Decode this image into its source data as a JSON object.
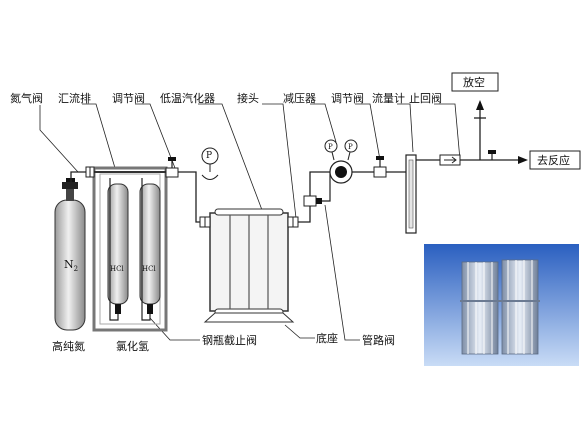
{
  "labels": {
    "nitrogen_valve": "氮气阀",
    "manifold": "汇流排",
    "regulating_valve_1": "调节阀",
    "vaporizer": "低温汽化器",
    "joint": "接头",
    "pressure_reducer": "减压器",
    "regulating_valve_2": "调节阀",
    "flowmeter": "流量计",
    "check_valve": "止回阀",
    "vent": "放空",
    "to_reaction": "去反应",
    "high_purity_nitrogen": "高纯氮",
    "hydrogen_chloride": "氯化氢",
    "cylinder_shutoff_valve": "钢瓶截止阀",
    "base": "底座",
    "pipeline_valve": "管路阀",
    "n2_cylinder_text": "N",
    "n2_subscript": "2",
    "hcl_text_1": "HCl",
    "hcl_text_2": "HCl",
    "gauge_p_1": "P",
    "gauge_p_2": "P",
    "gauge_p_3": "P"
  },
  "colors": {
    "pipe": "#222222",
    "cylinder_fill": "#d9d9d9",
    "frame_fill": "#c8c8c8",
    "vaporizer_fill": "#f2f2f2",
    "photo_bg": "#2f68c7",
    "photo_bg_light": "#dbe9fb"
  }
}
